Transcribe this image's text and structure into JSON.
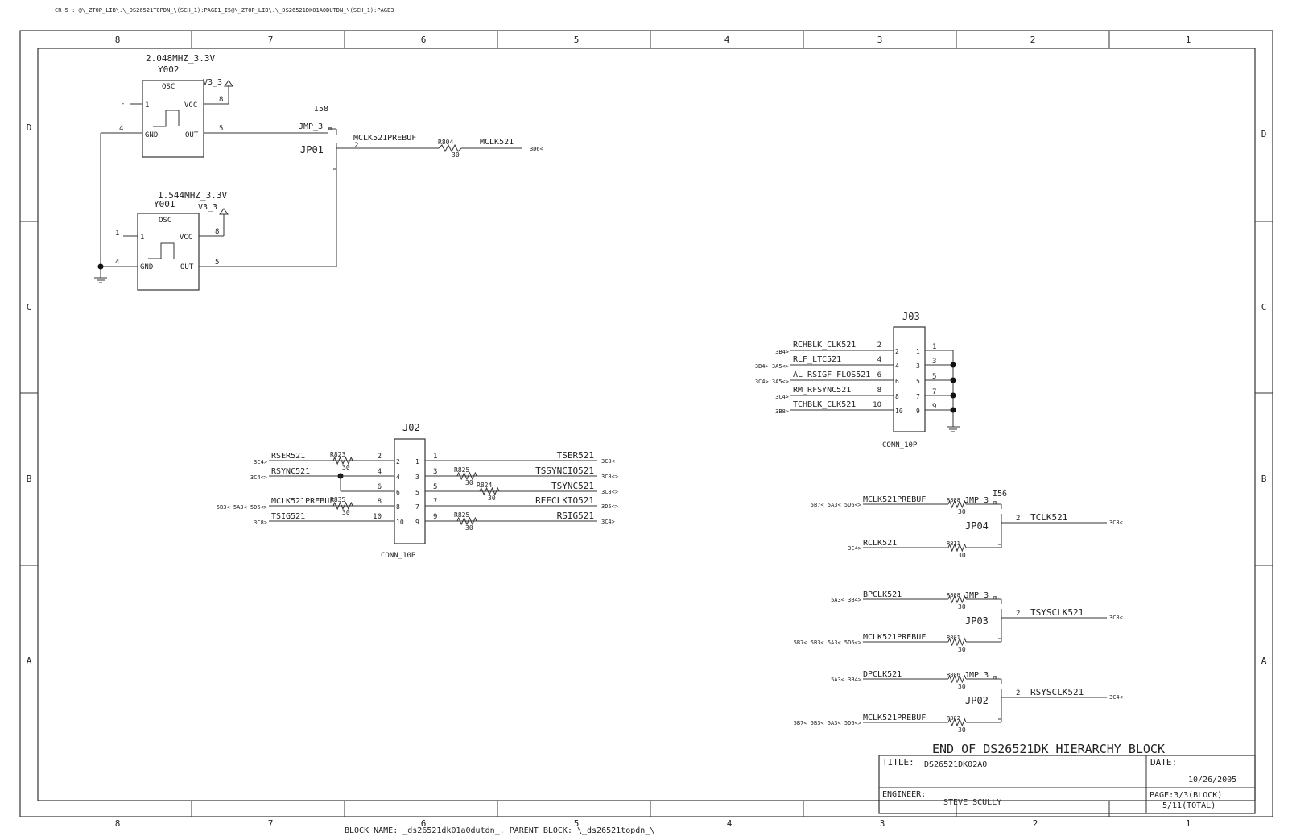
{
  "header_path": "CR-5 : @\\_ZTOP_LIB\\.\\_DS26521TOPDN_\\(SCH_1):PAGE1_I5@\\_ZTOP_LIB\\.\\_DS26521DK01A0DUTDN_\\(SCH_1):PAGE3",
  "border": {
    "cols": [
      "8",
      "7",
      "6",
      "5",
      "4",
      "3",
      "2",
      "1"
    ],
    "rows": [
      "D",
      "C",
      "B",
      "A"
    ]
  },
  "osc1": {
    "freq": "2.048MHZ_3.3V",
    "ref": "Y002",
    "type": "OSC",
    "pins": {
      "p1": "1",
      "vcc": "VCC",
      "gnd": "GND",
      "out": "OUT",
      "n8": "8",
      "n4": "4",
      "n5": "5"
    },
    "power": "V3_3",
    "nc": "-"
  },
  "osc2": {
    "freq": "1.544MHZ_3.3V",
    "ref": "Y001",
    "type": "OSC",
    "pins": {
      "p1": "1",
      "vcc": "VCC",
      "gnd": "GND",
      "out": "OUT",
      "n8": "8",
      "n4": "4",
      "n5": "5",
      "ext1": "1"
    },
    "power": "V3_3"
  },
  "jp01": {
    "inst": "I58",
    "part": "JMP_3",
    "suffix": "m",
    "ref": "JP01",
    "pin2": "2"
  },
  "mclk_net": {
    "pre": "MCLK521PREBUF",
    "res": "R804",
    "val": "30",
    "net": "MCLK521",
    "xref": "3D6<"
  },
  "j03": {
    "ref": "J03",
    "part": "CONN_10P",
    "rows": [
      {
        "xref": "3B4>",
        "net": "RCHBLK_CLK521",
        "pin": "2",
        "lpin": "2",
        "rpin": "1",
        "opin": "1"
      },
      {
        "xref": "3B4> 3A5<>",
        "net": "RLF_LTC521",
        "pin": "4",
        "lpin": "4",
        "rpin": "3",
        "opin": "3"
      },
      {
        "xref": "3C4> 3A5<>",
        "net": "AL_RSIGF_FLOS521",
        "pin": "6",
        "lpin": "6",
        "rpin": "5",
        "opin": "5"
      },
      {
        "xref": "3C4>",
        "net": "RM_RFSYNC521",
        "pin": "8",
        "lpin": "8",
        "rpin": "7",
        "opin": "7"
      },
      {
        "xref": "3B8>",
        "net": "TCHBLK_CLK521",
        "pin": "10",
        "lpin": "10",
        "rpin": "9",
        "opin": "9"
      }
    ]
  },
  "j02": {
    "ref": "J02",
    "part": "CONN_10P",
    "left": [
      {
        "xref": "3C4>",
        "net": "RSER521",
        "res": "R823",
        "val": "30",
        "pin": "2",
        "lpin": "2"
      },
      {
        "xref": "3C4<>",
        "net": "RSYNC521",
        "res": "",
        "val": "",
        "pin": "4",
        "lpin": "4"
      },
      {
        "xref": "",
        "net": "",
        "res": "",
        "val": "",
        "pin": "6",
        "lpin": "6"
      },
      {
        "xref": "5B3< 5A3< 5D6<>",
        "net": "MCLK521PREBUF",
        "res": "R835",
        "val": "30",
        "pin": "8",
        "lpin": "8"
      },
      {
        "xref": "3C8>",
        "net": "TSIG521",
        "res": "",
        "val": "",
        "pin": "10",
        "lpin": "10"
      }
    ],
    "right": [
      {
        "rpin": "1",
        "pin": "1",
        "res": "",
        "val": "",
        "net": "TSER521",
        "xref": "3C8<"
      },
      {
        "rpin": "3",
        "pin": "3",
        "res": "R825",
        "val": "30",
        "net": "TSSYNCIO521",
        "xref": "3C8<>"
      },
      {
        "rpin": "5",
        "pin": "5",
        "res": "R824",
        "val": "30",
        "net": "TSYNC521",
        "xref": "3C8<>"
      },
      {
        "rpin": "7",
        "pin": "7",
        "res": "",
        "val": "",
        "net": "REFCLKIO521",
        "xref": "3D5<>"
      },
      {
        "rpin": "9",
        "pin": "9",
        "res": "R825",
        "val": "30",
        "net": "RSIG521",
        "xref": "3C4>"
      }
    ]
  },
  "jp04": {
    "inst": "I56",
    "part": "JMP_3",
    "suffix": "m",
    "ref": "JP04",
    "pin2": "2",
    "in1": {
      "xref": "5B7< 5A3< 5D6<>",
      "net": "MCLK521PREBUF",
      "res": "R808",
      "val": "30"
    },
    "in3": {
      "xref": "3C4>",
      "net": "RCLK521",
      "res": "R811",
      "val": "30"
    },
    "out": {
      "net": "TCLK521",
      "xref": "3C8<"
    }
  },
  "jp03": {
    "part": "JMP_3",
    "suffix": "m",
    "ref": "JP03",
    "pin2": "2",
    "in1": {
      "xref": "5A3< 3B4>",
      "net": "BPCLK521",
      "res": "R808",
      "val": "30"
    },
    "in3": {
      "xref": "5B7< 5B3< 5A3< 5D6<>",
      "net": "MCLK521PREBUF",
      "res": "R801",
      "val": "30"
    },
    "out": {
      "net": "TSYSCLK521",
      "xref": "3C8<"
    }
  },
  "jp02": {
    "part": "JMP_3",
    "suffix": "m",
    "ref": "JP02",
    "pin2": "2",
    "in1": {
      "xref": "5A3< 3B4>",
      "net": "DPCLK521",
      "res": "R806",
      "val": "30"
    },
    "in3": {
      "xref": "5B7< 5B3< 5A3< 5D6<>",
      "net": "MCLK521PREBUF",
      "res": "R802",
      "val": "30"
    },
    "out": {
      "net": "RSYSCLK521",
      "xref": "3C4<"
    }
  },
  "title_block": {
    "banner": "END OF DS26521DK HIERARCHY BLOCK",
    "title_label": "TITLE:",
    "title": "DS26521DK02A0",
    "date_label": "DATE:",
    "date": "10/26/2005",
    "engineer_label": "ENGINEER:",
    "engineer": "STEVE SCULLY",
    "page_line1": "PAGE:3/3(BLOCK)",
    "page_line2": "5/11(TOTAL)"
  },
  "footer": "BLOCK NAME: _ds26521dk01a0dutdn_.   PARENT BLOCK: \\_ds26521topdn_\\"
}
